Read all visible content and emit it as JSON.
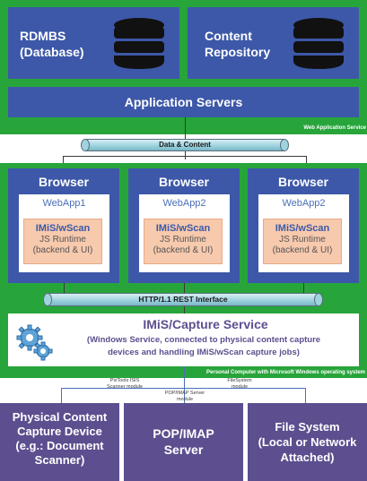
{
  "top": {
    "rdbms": {
      "line1": "RDMBS",
      "line2": "(Database)"
    },
    "content": {
      "line1": "Content",
      "line2": "Repository"
    },
    "app_servers": "Application Servers",
    "web_app_service": "Web Application Service"
  },
  "pipes": {
    "data_content": "Data & Content",
    "http": "HTTP/1.1 REST Interface"
  },
  "browsers": [
    {
      "title": "Browser",
      "webapp": "WebApp1",
      "imis_title": "IMiS/wScan",
      "line1": "JS Runtime",
      "line2": "(backend & UI)"
    },
    {
      "title": "Browser",
      "webapp": "WebApp2",
      "imis_title": "IMiS/wScan",
      "line1": "JS Runtime",
      "line2": "(backend & UI)"
    },
    {
      "title": "Browser",
      "webapp": "WebApp2",
      "imis_title": "IMiS/wScan",
      "line1": "JS Runtime",
      "line2": "(backend & UI)"
    }
  ],
  "capture": {
    "title": "IMiS/Capture Service",
    "desc1": "(Windows Service, connected to physical content capture",
    "desc2": "devices and handling IMiS/wScan capture jobs)",
    "pc_label": "Personal Computer with Microsoft Windows operating system"
  },
  "modules": {
    "pixtools": {
      "line1": "PixTools ISIS",
      "line2": "Scanner module"
    },
    "pop": {
      "line1": "POP/IMAP Server",
      "line2": "module"
    },
    "fs": {
      "line1": "FileSystem",
      "line2": "module"
    }
  },
  "bottom": {
    "physical": {
      "line1": "Physical Content",
      "line2": "Capture Device",
      "line3": "(e.g.: Document",
      "line4": "Scanner)"
    },
    "pop_server": {
      "line1": "POP/IMAP",
      "line2": "Server"
    },
    "file_system": {
      "line1": "File System",
      "line2": "(Local or Network",
      "line3": "Attached)"
    }
  },
  "colors": {
    "green": "#27a53a",
    "blue": "#3d58a8",
    "purple": "#5d4e8f",
    "peach": "#f7c9ad",
    "pipe": "#9fd3df"
  }
}
